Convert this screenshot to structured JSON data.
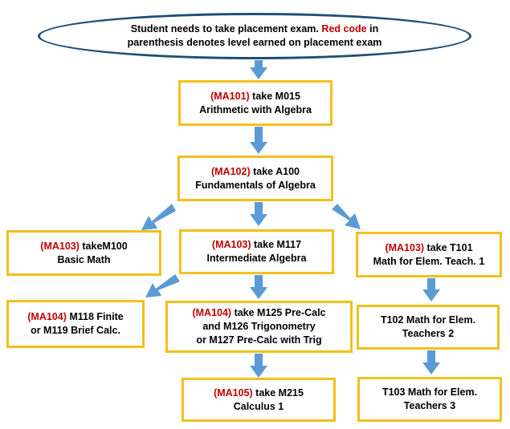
{
  "intro": {
    "part1": "Student needs to take placement exam.",
    "red_text": "Red code",
    "part2": "in",
    "line2": "parenthesis denotes level earned on placement  exam"
  },
  "boxes": {
    "ma101": {
      "code": "(MA101)",
      "line1": " take M015",
      "line2": "Arithmetic with Algebra"
    },
    "ma102": {
      "code": "(MA102)",
      "line1": " take A100",
      "line2": "Fundamentals of Algebra"
    },
    "ma103_basic": {
      "code": "(MA103)",
      "line1": " takeM100",
      "line2": "Basic Math"
    },
    "ma103_intermediate": {
      "code": "(MA103)",
      "line1": " take M117",
      "line2": "Intermediate Algebra"
    },
    "ma103_teach": {
      "code": "(MA103)",
      "line1": " take T101",
      "line2": "Math for Elem. Teach. 1"
    },
    "ma104_finite": {
      "code": "(MA104)",
      "line1": "  M118 Finite",
      "line2": "or M119 Brief Calc."
    },
    "ma104_precalc": {
      "code": "(MA104)",
      "line1": " take M125 Pre-Calc",
      "line2": "and M126 Trigonometry",
      "line3": "or M127 Pre-Calc with Trig"
    },
    "ma105": {
      "code": "(MA105)",
      "line1": " take M215",
      "line2": "Calculus 1"
    },
    "t102": {
      "line1": "T102 Math for Elem.",
      "line2": "Teachers 2"
    },
    "t103": {
      "line1": "T103 Math for Elem.",
      "line2": "Teachers 3"
    }
  },
  "colors": {
    "box_border": "#f2c01c",
    "oval_border": "#1f4e79",
    "arrow": "#5b9bd5",
    "code_text": "#c00000"
  }
}
